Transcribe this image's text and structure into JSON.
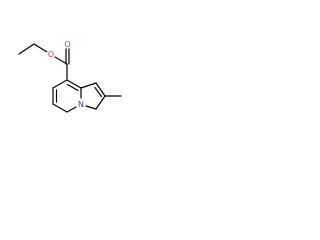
{
  "colors": {
    "bond": "#000000",
    "oxygen": "#e8382c",
    "nitrogen": "#2b3fd6",
    "background": "#ffffff"
  },
  "atoms": {
    "ester_oxygen": {
      "label": "O",
      "element": "oxygen"
    },
    "carbonyl_oxygen": {
      "label": "O",
      "element": "oxygen"
    },
    "ring_nitrogen": {
      "label": "N",
      "element": "nitrogen"
    }
  }
}
